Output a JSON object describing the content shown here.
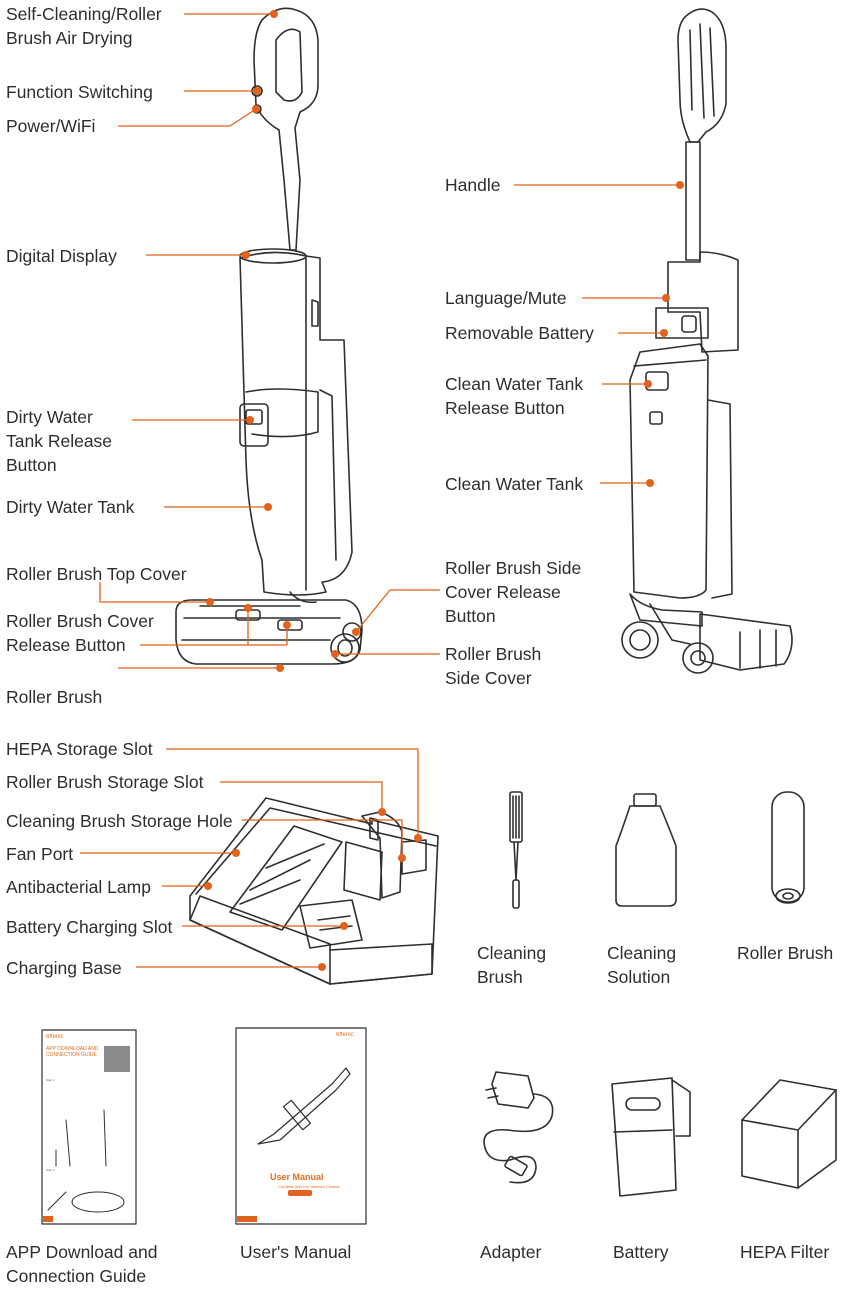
{
  "accent_color": "#e2621b",
  "labels": {
    "self_cleaning": "Self-Cleaning/Roller\nBrush Air Drying",
    "function_switching": "Function Switching",
    "power_wifi": "Power/WiFi",
    "digital_display": "Digital Display",
    "dirty_water_release": "Dirty Water\nTank Release\nButton",
    "dirty_water_tank": "Dirty Water Tank",
    "roller_brush_top_cover": "Roller Brush Top Cover",
    "roller_brush_cover_release": "Roller Brush Cover\nRelease Button",
    "roller_brush": "Roller Brush",
    "handle": "Handle",
    "language_mute": "Language/Mute",
    "removable_battery": "Removable Battery",
    "clean_water_release": "Clean Water Tank\nRelease Button",
    "clean_water_tank": "Clean Water Tank",
    "side_cover_release": "Roller Brush Side\nCover Release\nButton",
    "side_cover": "Roller Brush\nSide Cover",
    "hepa_slot": "HEPA Storage Slot",
    "roller_slot": "Roller Brush Storage Slot",
    "cleaning_brush_hole": "Cleaning Brush Storage Hole",
    "fan_port": "Fan Port",
    "antibacterial_lamp": "Antibacterial Lamp",
    "battery_charging_slot": "Battery Charging Slot",
    "charging_base": "Charging Base"
  },
  "accessories": {
    "cleaning_brush": "Cleaning\nBrush",
    "cleaning_solution": "Cleaning\nSolution",
    "roller_brush": "Roller Brush",
    "app_guide": "APP Download and\nConnection Guide",
    "user_manual": "User's Manual",
    "adapter": "Adapter",
    "battery": "Battery",
    "hepa_filter": "HEPA Filter"
  },
  "booklets": {
    "brand": "6ffenic",
    "guide_title": "APP DOWNLOAD AND\nCONNECTION GUIDE",
    "step1": "Step 1",
    "step2": "Step 2",
    "manual_title": "User Manual",
    "manual_subtitle": "Cordless Wet Dry Vacuum Cleaner"
  }
}
